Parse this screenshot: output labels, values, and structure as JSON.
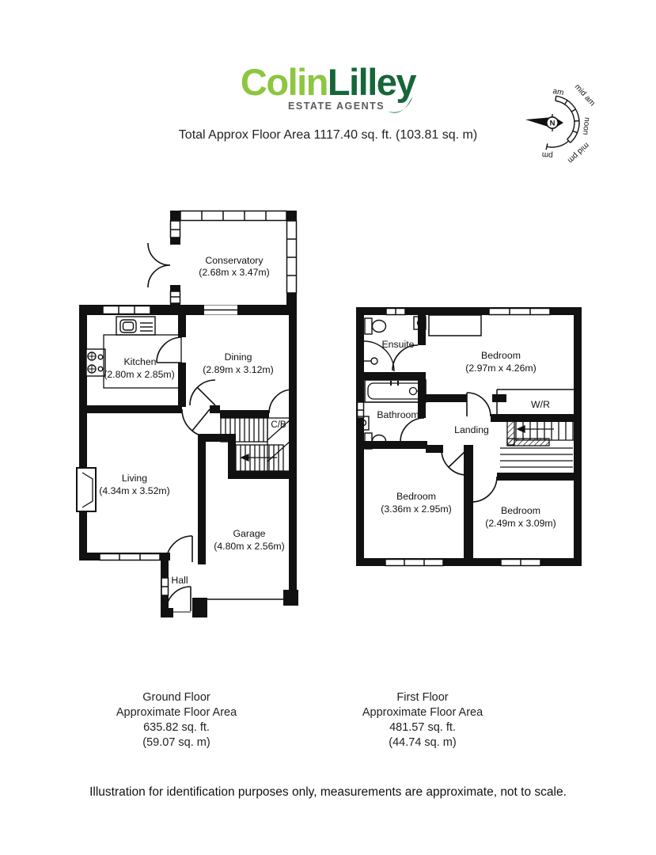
{
  "header": {
    "logo": {
      "part1": "Colin",
      "part2": "Lilley",
      "tagline": "ESTATE AGENTS"
    },
    "title": "Total Approx Floor Area 1117.40 sq. ft. (103.81 sq. m)"
  },
  "compass": {
    "north": "N",
    "labels": [
      "am",
      "mid am",
      "noon",
      "mid pm",
      "pm"
    ]
  },
  "ground_floor": {
    "rooms": {
      "conservatory": {
        "name": "Conservatory",
        "dims": "(2.68m x 3.47m)"
      },
      "kitchen": {
        "name": "Kitchen",
        "dims": "(2.80m x 2.85m)"
      },
      "dining": {
        "name": "Dining",
        "dims": "(2.89m x 3.12m)"
      },
      "living": {
        "name": "Living",
        "dims": "(4.34m x 3.52m)"
      },
      "garage": {
        "name": "Garage",
        "dims": "(4.80m x 2.56m)"
      },
      "hall": {
        "name": "Hall"
      },
      "cupboard": {
        "name": "C/B"
      }
    },
    "caption": {
      "title": "Ground Floor",
      "subtitle": "Approximate Floor Area",
      "area_ft": "635.82 sq. ft.",
      "area_m": "(59.07 sq. m)"
    }
  },
  "first_floor": {
    "rooms": {
      "ensuite": {
        "name": "Ensuite"
      },
      "bedroom1": {
        "name": "Bedroom",
        "dims": "(2.97m x 4.26m)"
      },
      "bathroom": {
        "name": "Bathroom"
      },
      "wardrobe": {
        "name": "W/R"
      },
      "landing": {
        "name": "Landing"
      },
      "bedroom2": {
        "name": "Bedroom",
        "dims": "(3.36m x 2.95m)"
      },
      "bedroom3": {
        "name": "Bedroom",
        "dims": "(2.49m x 3.09m)"
      }
    },
    "caption": {
      "title": "First Floor",
      "subtitle": "Approximate Floor Area",
      "area_ft": "481.57 sq. ft.",
      "area_m": "(44.74 sq. m)"
    }
  },
  "footer": {
    "disclaimer": "Illustration for identification purposes only, measurements are approximate, not to scale."
  },
  "colors": {
    "logo_light_green": "#8dc63f",
    "logo_dark_green": "#17663a",
    "tagline_gray": "#595a5c",
    "plan_ink": "#111111"
  }
}
